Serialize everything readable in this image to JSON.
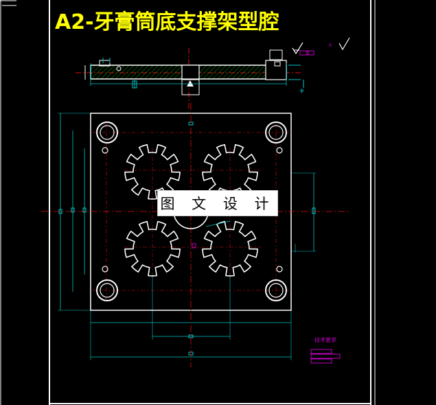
{
  "drawing": {
    "title": "A2-牙膏筒底支撑架型腔",
    "watermark": "图 文 设 计",
    "notes_label": "技术要求",
    "colors": {
      "background": "#000000",
      "frame": "#ffffff",
      "title": "#ffff00",
      "dimension": "#00c8c8",
      "center_line": "#e01010",
      "annotation": "#c000c0",
      "hatch": "#00a000"
    },
    "symbols": {
      "roughness_top": "roughness-symbol",
      "roughness_right": "roughness-symbol"
    }
  }
}
